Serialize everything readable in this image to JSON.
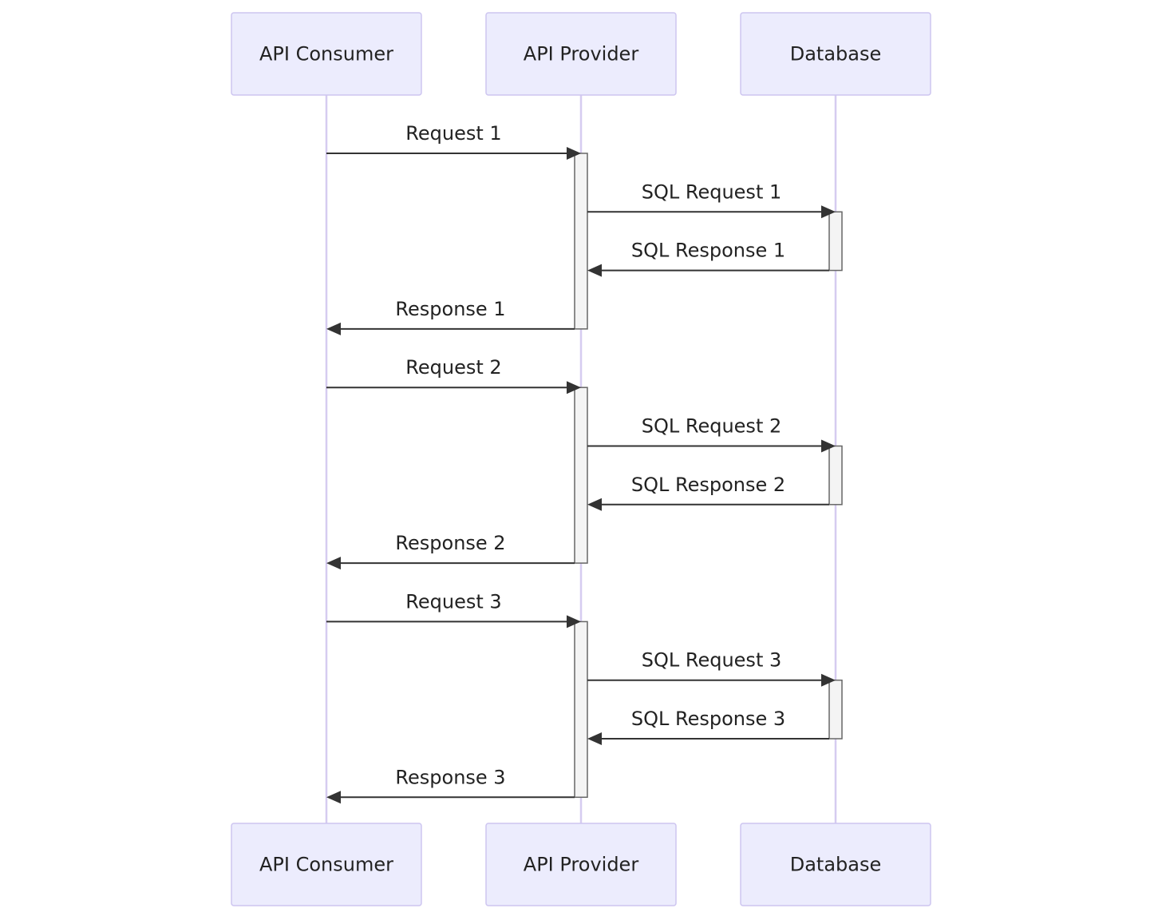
{
  "participants": [
    {
      "id": "consumer",
      "label": "API Consumer"
    },
    {
      "id": "provider",
      "label": "API Provider"
    },
    {
      "id": "database",
      "label": "Database"
    }
  ],
  "messages": [
    {
      "from": "consumer",
      "to": "provider",
      "label": "Request 1"
    },
    {
      "from": "provider",
      "to": "database",
      "label": "SQL Request 1"
    },
    {
      "from": "database",
      "to": "provider",
      "label": "SQL Response 1"
    },
    {
      "from": "provider",
      "to": "consumer",
      "label": "Response 1"
    },
    {
      "from": "consumer",
      "to": "provider",
      "label": "Request 2"
    },
    {
      "from": "provider",
      "to": "database",
      "label": "SQL Request 2"
    },
    {
      "from": "database",
      "to": "provider",
      "label": "SQL Response 2"
    },
    {
      "from": "provider",
      "to": "consumer",
      "label": "Response 2"
    },
    {
      "from": "consumer",
      "to": "provider",
      "label": "Request 3"
    },
    {
      "from": "provider",
      "to": "database",
      "label": "SQL Request 3"
    },
    {
      "from": "database",
      "to": "provider",
      "label": "SQL Response 3"
    },
    {
      "from": "provider",
      "to": "consumer",
      "label": "Response 3"
    }
  ]
}
